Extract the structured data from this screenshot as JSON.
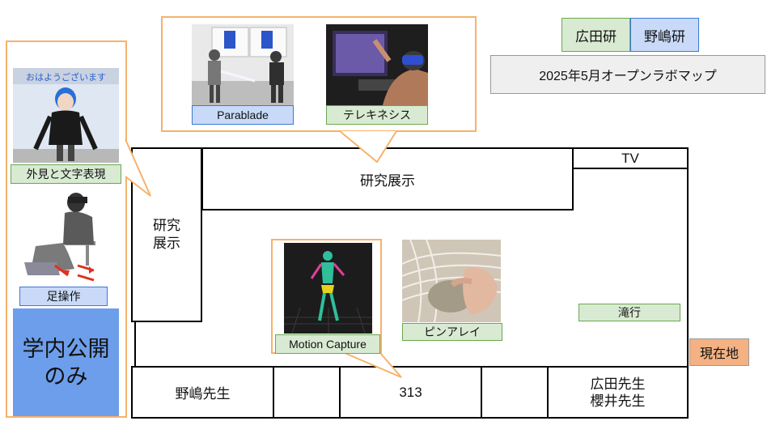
{
  "legend": {
    "hirota_lab": "広田研",
    "nojima_lab": "野嶋研"
  },
  "title": "2025年5月オープンラボマップ",
  "exhibits": {
    "parablade": "Parablade",
    "telekinesis": "テレキネシス",
    "appearance": "外見と文字表現",
    "appearance_caption": "おはようございます",
    "foot_control": "足操作",
    "motion_capture": "Motion Capture",
    "pin_array": "ピンアレイ",
    "takigyo": "滝行"
  },
  "internal_only": "学内公開のみ",
  "rooms": {
    "research_top": "研究展示",
    "research_left": "研究展示",
    "tv": "TV",
    "room_313": "313",
    "nojima_office": "野嶋先生",
    "hirota_office": "広田先生\n櫻井先生"
  },
  "current_location": "現在地",
  "colors": {
    "hirota_fill": "#d9ead3",
    "hirota_border": "#6aa84f",
    "nojima_fill": "#c9daf8",
    "nojima_border": "#3c78d8",
    "callout": "#f6b26b",
    "internal_block": "#6d9eeb",
    "current_location": "#f4b183"
  }
}
